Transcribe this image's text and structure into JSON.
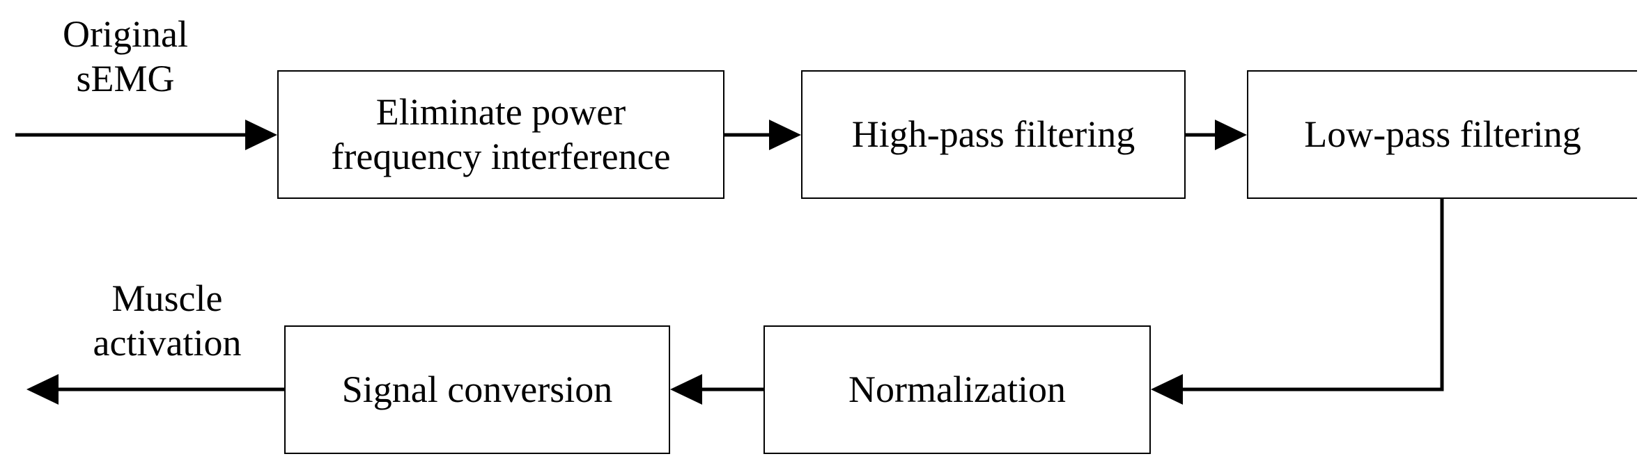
{
  "input_label": "Original\nsEMG",
  "output_label": "Muscle\nactivation",
  "steps": {
    "eliminate": "Eliminate power\nfrequency interference",
    "highpass": "High-pass filtering",
    "lowpass": "Low-pass filtering",
    "normalization": "Normalization",
    "signal_conversion": "Signal conversion"
  },
  "colors": {
    "stroke": "#000000",
    "background": "#ffffff"
  }
}
